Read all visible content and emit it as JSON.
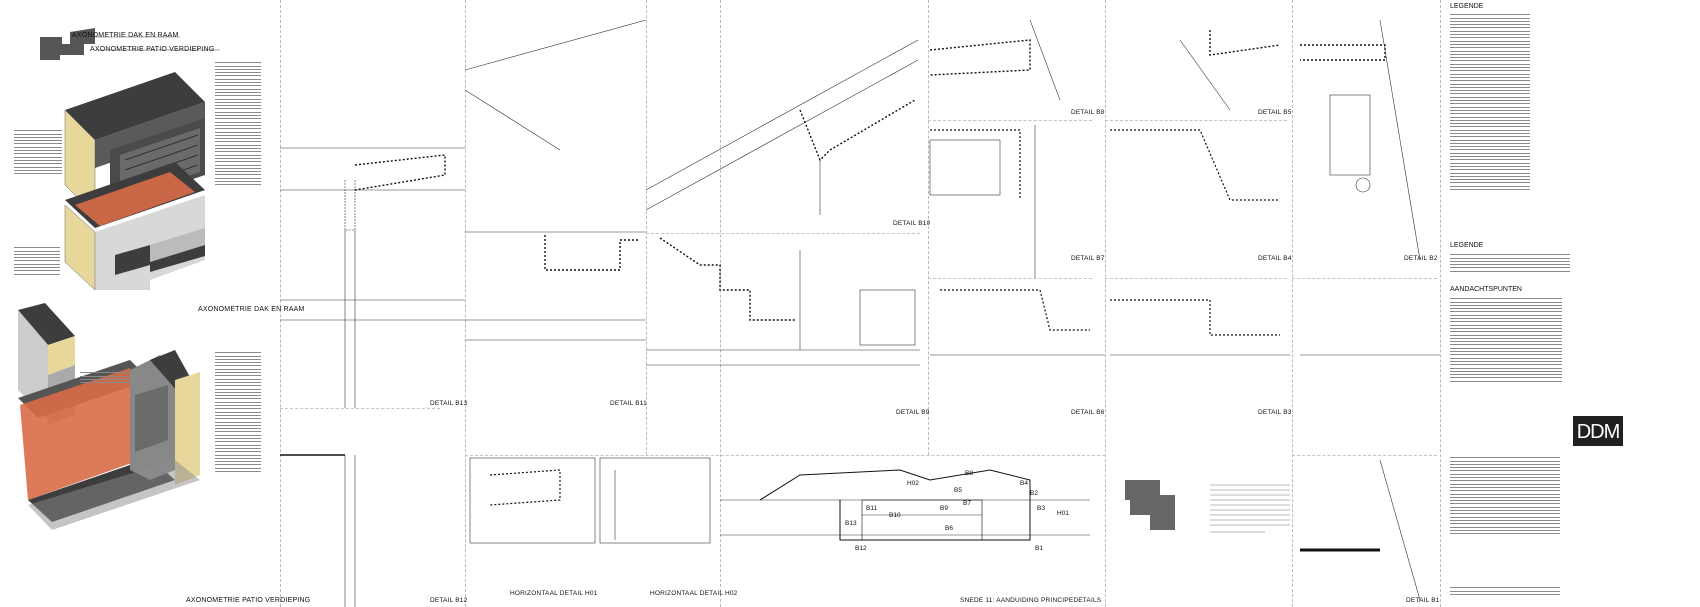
{
  "axonometrics": {
    "roof_label_top": "AXONOMETRIE DAK EN RAAM",
    "patio_label_top": "AXONOMETRIE PATIO VERDIEPING",
    "roof_label_bottom": "AXONOMETRIE DAK EN RAAM",
    "patio_label_bottom": "AXONOMETRIE PATIO VERDIEPING"
  },
  "details": {
    "b13": "DETAIL B13",
    "b11": "DETAIL B11",
    "b10": "DETAIL B10",
    "b9": "DETAIL B9",
    "b8": "DETAIL B8",
    "b7": "DETAIL B7",
    "b6": "DETAIL B6",
    "b5": "DETAIL B5",
    "b4": "DETAIL B4",
    "b3": "DETAIL B3",
    "b2": "DETAIL B2",
    "b1": "DETAIL B1",
    "b12": "DETAIL B12",
    "h01": "HORIZONTAAL DETAIL H01",
    "h02": "HORIZONTAAL DETAIL H02",
    "section": "SNEDE 11: AANDUIDING PRINCIPEDETAILS"
  },
  "section_tags": [
    "B13",
    "H02",
    "B12",
    "B11",
    "B10",
    "B9",
    "B6",
    "B7",
    "B5",
    "B3",
    "B4",
    "B8",
    "B2",
    "H01",
    "B1"
  ],
  "right_panel": {
    "legend_title_1": "LEGENDE",
    "legend_title_2": "LEGENDE",
    "attention_title": "AANDACHTSPUNTEN",
    "logo_text": "DDM"
  },
  "colors": {
    "roof_dark": "#3d3d3d",
    "insulation": "#e7d79a",
    "glass_red": "#d86b47",
    "logo_bg": "#202020"
  }
}
